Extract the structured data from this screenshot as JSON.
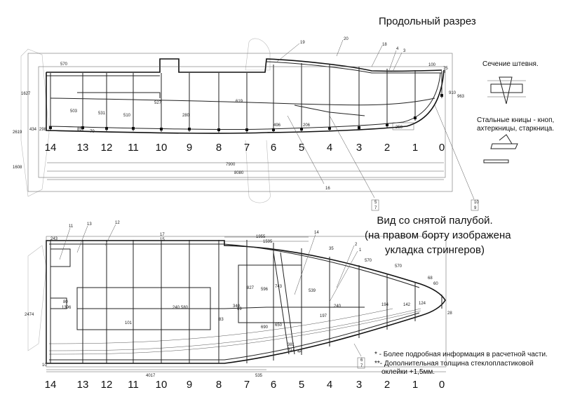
{
  "title": "Продольный разрез",
  "stem_section_label": "Сечение штевня.",
  "knees_label": [
    "Стальные кницы - кноп,",
    "ахтеркницы, старкница."
  ],
  "plan_title": [
    "Вид со снятой палубой.",
    "(на правом борту изображена",
    "укладка стрингеров)"
  ],
  "notes": [
    "* - Более подробная информация в расчетной части.",
    "**- Дополнительная толщина стеклопластиковой",
    "оклейки +1,5мм."
  ],
  "frame_numbers": [
    "14",
    "13",
    "12",
    "11",
    "10",
    "9",
    "8",
    "7",
    "6",
    "5",
    "4",
    "3",
    "2",
    "1",
    "0"
  ],
  "profile_dims": {
    "d570": "570",
    "d7900": "7900",
    "d8080": "8080",
    "d1627": "1627",
    "d2619": "2619",
    "d434": "434",
    "d298": "298",
    "d1608": "1608",
    "d503": "503",
    "d531": "531",
    "d510": "510",
    "d527": "527",
    "d280": "280",
    "d619": "619",
    "d496": "496",
    "d206": "206",
    "d85": "85",
    "d70": "70",
    "d100": "100",
    "d75": "75",
    "d910": "910",
    "d963": "963",
    "d250": "250",
    "d19": "19",
    "d20": "20",
    "d18": "18",
    "d4": "4",
    "d3": "3",
    "d8": "8",
    "d16": "16",
    "d5": "5",
    "d7": "7",
    "d10": "10",
    "d9": "9"
  },
  "plan_dims": {
    "d11": "11",
    "d13": "13",
    "d12": "12",
    "d243": "243",
    "d17": "17",
    "d15": "15",
    "d1955": "1955",
    "d1595": "1595",
    "d14": "14",
    "d35": "35",
    "d2": "2",
    "d1": "1",
    "d570a": "570",
    "d570b": "570",
    "d2474": "2474",
    "d1396": "1396",
    "d80": "80",
    "d101": "101",
    "d240": "240",
    "d580": "580",
    "d340": "340",
    "d827": "827",
    "d596": "596",
    "d743": "743",
    "d539": "539",
    "d197": "197",
    "d240b": "240",
    "d194": "194",
    "d142": "142",
    "d124": "124",
    "d60": "60",
    "d68": "68",
    "d28": "28",
    "d83": "83",
    "d69": "69",
    "d690": "690",
    "d650": "650",
    "d617": "617",
    "d381": "381",
    "d44": "44",
    "d4017": "4017",
    "d535": "535",
    "d6": "6",
    "d7": "7",
    "d10": "10"
  }
}
